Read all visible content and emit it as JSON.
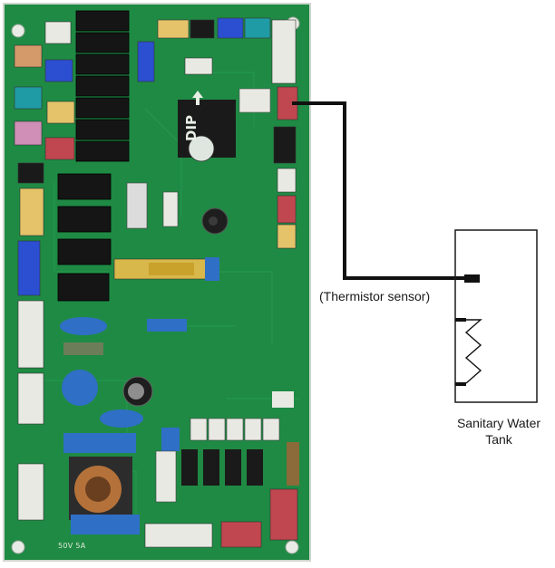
{
  "labels": {
    "sensor": "(Thermistor sensor)",
    "tank_line1": "Sanitary Water",
    "tank_line2": "Tank"
  },
  "board_silkscreen": {
    "dip": "DIP",
    "voltage": "50V 5A"
  },
  "colors": {
    "pcb": "#1f8a44",
    "pcb_dark": "#17703a",
    "wire": "#111111",
    "tank_outline": "#1a1a1a",
    "relay": "#1a1a1a",
    "capacitor_blue": "#2f6fc6",
    "connector_red": "#c0474f",
    "connector_white": "#e9e9e4",
    "connector_blue": "#2c4fd1",
    "connector_yellow": "#e4c36a",
    "connector_teal": "#1f9ba5",
    "connector_pink": "#cf8fb6",
    "connector_orange": "#d49a6a"
  }
}
